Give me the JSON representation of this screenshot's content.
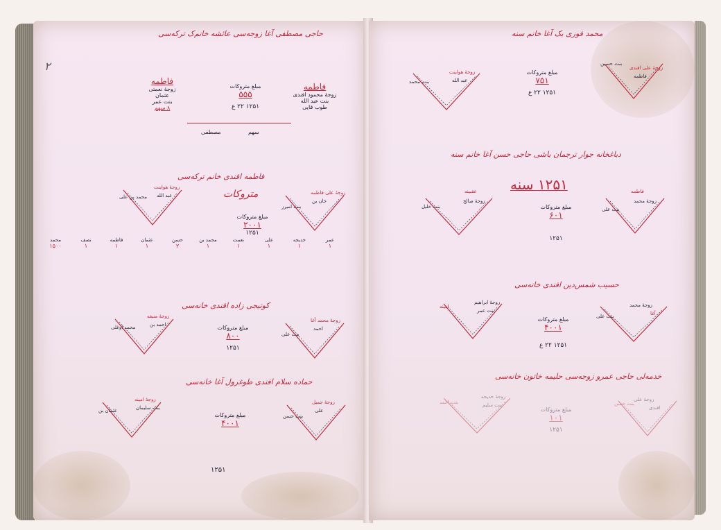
{
  "left_page": {
    "page_number": "۲",
    "sections": [
      {
        "heading": "حاجی مصطفی آغا زوجه‌سی عائشه خانم‌ک ترکه‌سی",
        "left_heir": {
          "title": "فاطمه",
          "lines": [
            "زوجۀ نعمتی عثمان",
            "بنت عمر"
          ],
          "share": "۸ سهم"
        },
        "center": {
          "label": "مبلغ متروکات",
          "value": "۵۵۵",
          "date": "۱۲۵۱ ۲۲ ع"
        },
        "right_heir": {
          "title": "فاطمه",
          "lines": [
            "زوجۀ محمود افندی",
            "بنت عبد الله",
            "طوب قاپی"
          ]
        },
        "under": [
          "مصطفی",
          "سهم"
        ]
      },
      {
        "heading": "فاطمه افندی خانم ترکه‌سی",
        "subheading": "متروکات",
        "left_v": {
          "top": "زوجۀ هواینت",
          "middle": "عبد الله",
          "side": "محمد بن علی"
        },
        "center": {
          "label": "مبلغ متروکات",
          "value": "۲۰۰۱",
          "date": "۱۲۵۱"
        },
        "right_v": {
          "top": "زوجۀ علی فاطمه",
          "middle": "خان بن",
          "side": "بنت امیرز"
        },
        "heirs": [
          {
            "name": "محمد",
            "share": "۱۵۰۰"
          },
          {
            "name": "نصف",
            "share": "۱"
          },
          {
            "name": "فاطمه",
            "share": "۱"
          },
          {
            "name": "عثمان",
            "share": "۱"
          },
          {
            "name": "حسن",
            "share": "۲"
          },
          {
            "name": "محمد بن",
            "share": "۱"
          },
          {
            "name": "نعمت",
            "share": "۱"
          },
          {
            "name": "علی",
            "share": "۱"
          },
          {
            "name": "خدیجه",
            "share": "۱"
          },
          {
            "name": "عمر",
            "share": "۱"
          }
        ]
      },
      {
        "heading": "کوتیجی زاده افندی خانه‌سی",
        "left_v": {
          "top": "زوجۀ منیفه",
          "middle": "احمد بن",
          "side": "محمد اوغلی"
        },
        "center": {
          "label": "مبلغ متروکات",
          "value": "۸۰۰",
          "date": "۱۲۵۱"
        },
        "right_v": {
          "top": "زوجۀ محمد آغا",
          "middle": "احمد",
          "side": "بنت علی"
        }
      },
      {
        "heading": "حماده سلام افندی طوغرول آغا خانه‌سی",
        "left_v": {
          "top": "زوجۀ امینه",
          "middle": "بنت سلیمان",
          "side": "عثمان بن"
        },
        "center": {
          "label": "مبلغ متروکات",
          "value": "۴۰۰۱",
          "date": "۱۲۵۱"
        },
        "right_v": {
          "top": "زوجۀ جمیل",
          "middle": "علی",
          "side": "بنت حسن"
        }
      }
    ]
  },
  "right_page": {
    "year": "۱۲۵۱ سنه",
    "sections": [
      {
        "heading": "محمد فوزی بک آغا خانم سنه",
        "left_v": {
          "top": "زوجۀ هواینت",
          "middle": "عبد الله",
          "side": "بنت محمد"
        },
        "center": {
          "label": "مبلغ متروکات",
          "value": "۷۵۱",
          "date": "۱۲۵۱ ۲۲ ع"
        },
        "right_v": {
          "top": "زوجۀ علی افندی",
          "middle": "فاطمه",
          "side": "بنت حسین"
        }
      },
      {
        "heading": "دباغخانه جوار ترجمان باشی حاجی حسن آغا خانم سنه",
        "left_v": {
          "top": "عقبینه",
          "middle": "زوجۀ صالح",
          "side": "بنت خلیل"
        },
        "center": {
          "label": "مبلغ متروکات",
          "value": "۶۰۱",
          "date": "۱۲۵۱"
        },
        "right_v": {
          "top": "فاطمه",
          "middle": "زوجۀ محمد",
          "side": "بنت علی"
        }
      },
      {
        "heading": "حسیب شمس‌دین افندی خانه‌سی",
        "left_v": {
          "top": "زوجۀ ابراهیم",
          "middle": "بنت عمر",
          "side": "امینه"
        },
        "center": {
          "label": "مبلغ متروکات",
          "value": "۴۰۰۱",
          "date": "۱۲۵۱ ۲۲ ع"
        },
        "right_v": {
          "top": "زوجۀ محمد",
          "middle": "آغا",
          "side": "بنت علی"
        }
      },
      {
        "heading": "خدمه‌لی حاجی عمرو زوجه‌سی حلیمه خاتون خانه‌سی",
        "left_v": {
          "top": "زوجۀ خدیجه",
          "middle": "بنت سلیم",
          "side": "بنت احمد"
        },
        "center": {
          "label": "مبلغ متروکات",
          "value": "۱۰۱",
          "date": "۱۲۵۱"
        },
        "right_v": {
          "top": "زوجۀ علی",
          "middle": "افندی",
          "side": "بنت حسن"
        }
      }
    ]
  }
}
